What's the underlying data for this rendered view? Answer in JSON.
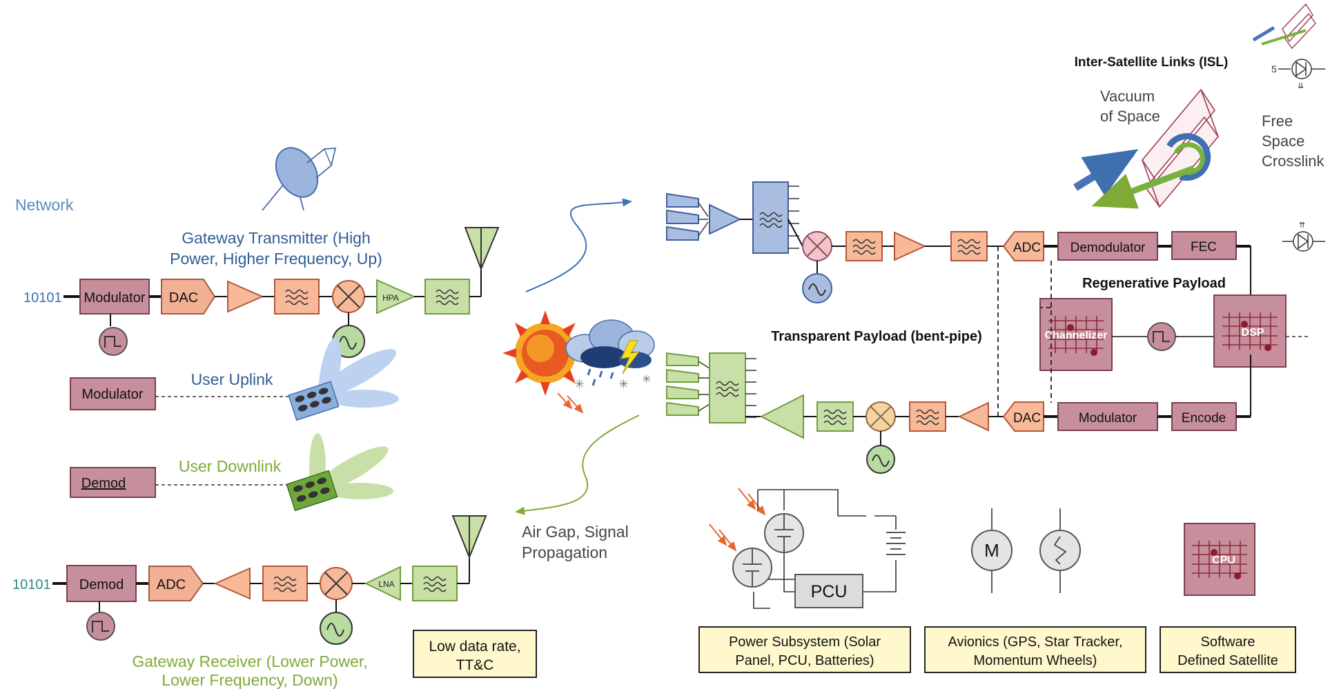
{
  "colors": {
    "mod_fill": "#c68f9b",
    "mod_stroke": "#7b3f4d",
    "amp_fill": "#f7b998",
    "amp_stroke": "#b3563a",
    "green_fill": "#c8e0a7",
    "green_stroke": "#6f9d3d",
    "blue_fill": "#a9bde0",
    "blue_stroke": "#3f5f9c",
    "note_fill": "#fff8cc",
    "note_stroke": "#222222",
    "text_blue": "#3e6faf",
    "text_green": "#7eaa36",
    "text_teal": "#2d8a8a"
  },
  "labels": {
    "network": "Network",
    "bits_tx": "10101",
    "bits_rx": "10101",
    "gw_tx_line1": "Gateway Transmitter (High",
    "gw_tx_line2": "Power, Higher Frequency, Up)",
    "gw_rx_line1": "Gateway Receiver (Lower Power,",
    "gw_rx_line2": "Lower Frequency, Down)",
    "user_uplink": "User Uplink",
    "user_downlink": "User Downlink",
    "air_gap_line1": "Air Gap, Signal",
    "air_gap_line2": "Propagation",
    "low_rate_line1": "Low data rate,",
    "low_rate_line2": "TT&C",
    "isl_title": "Inter-Satellite Links (ISL)",
    "vacuum_line1": "Vacuum",
    "vacuum_line2": "of Space",
    "free_space_line1": "Free",
    "free_space_line2": "Space",
    "free_space_line3": "Crosslink",
    "transparent_payload": "Transparent Payload (bent-pipe)",
    "regenerative_payload": "Regenerative Payload",
    "power_line1": "Power Subsystem (Solar",
    "power_line2": "Panel, PCU, Batteries)",
    "avionics_line1": "Avionics (GPS, Star Tracker,",
    "avionics_line2": "Momentum Wheels)",
    "sds_line1": "Software",
    "sds_line2": "Defined Satellite"
  },
  "blocks": {
    "modulator": "Modulator",
    "dac": "DAC",
    "hpa": "HPA",
    "lna": "LNA",
    "demod": "Demod",
    "adc": "ADC",
    "demodulator": "Demodulator",
    "fec": "FEC",
    "encode": "Encode",
    "channelizer": "Channelizer",
    "dsp": "DSP",
    "cpu": "CPU",
    "pcu": "PCU",
    "motor": "M"
  }
}
